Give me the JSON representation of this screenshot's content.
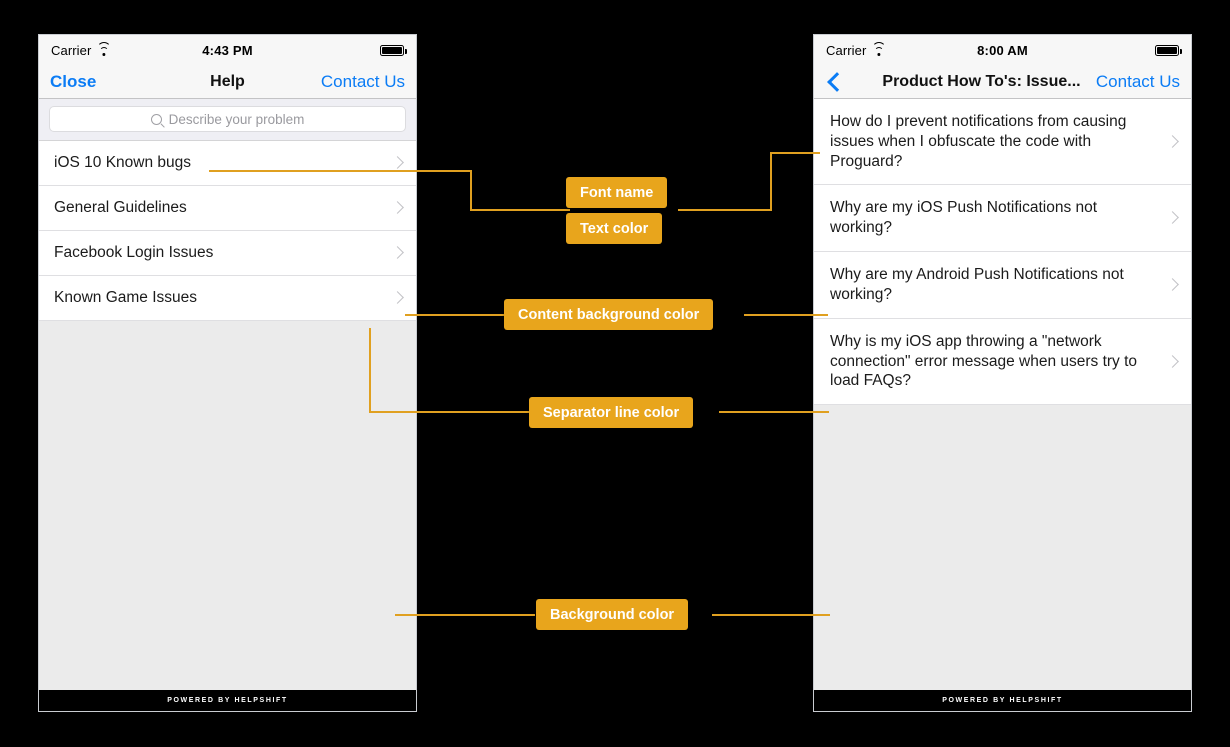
{
  "phones": {
    "left": {
      "status_bar": {
        "carrier": "Carrier",
        "wifi_icon": "wifi-icon",
        "time": "4:43 PM",
        "battery_icon": "battery-icon"
      },
      "nav": {
        "left_button": "Close",
        "title": "Help",
        "right_button": "Contact Us"
      },
      "search": {
        "placeholder": "Describe your problem",
        "icon": "search-icon"
      },
      "rows": [
        {
          "label": "iOS 10 Known bugs"
        },
        {
          "label": "General Guidelines"
        },
        {
          "label": "Facebook Login Issues"
        },
        {
          "label": "Known Game Issues"
        }
      ],
      "footer": "POWERED BY HELPSHIFT"
    },
    "right": {
      "status_bar": {
        "carrier": "Carrier",
        "wifi_icon": "wifi-icon",
        "time": "8:00 AM",
        "battery_icon": "battery-icon"
      },
      "nav": {
        "back_icon": "back-chevron-icon",
        "title": "Product How To's: Issue...",
        "right_button": "Contact Us"
      },
      "rows": [
        {
          "label": "How do I prevent notifications from causing issues when I obfuscate the code with Proguard?"
        },
        {
          "label": "Why are my iOS Push Notifications not working?"
        },
        {
          "label": "Why are my Android Push Notifications not working?"
        },
        {
          "label": "Why is my iOS app throwing a \"network connection\" error message when users try to load FAQs?"
        }
      ],
      "footer": "POWERED BY HELPSHIFT"
    }
  },
  "annotations": [
    {
      "id": "font-name",
      "label": "Font name"
    },
    {
      "id": "text-color",
      "label": "Text color"
    },
    {
      "id": "content-background-color",
      "label": "Content background color"
    },
    {
      "id": "separator-line-color",
      "label": "Separator line color"
    },
    {
      "id": "background-color",
      "label": "Background color"
    }
  ],
  "colors": {
    "annotation_fill": "#E8A51C",
    "annotation_line": "#E0A020",
    "annotation_text": "#FFFFFF",
    "canvas_background": "#000000",
    "content_background": "#FFFFFF",
    "screen_background": "#EBEBEB",
    "separator_line": "#DFDFE2",
    "tint": "#0B7CF5",
    "nav_background": "#F7F7F7"
  }
}
